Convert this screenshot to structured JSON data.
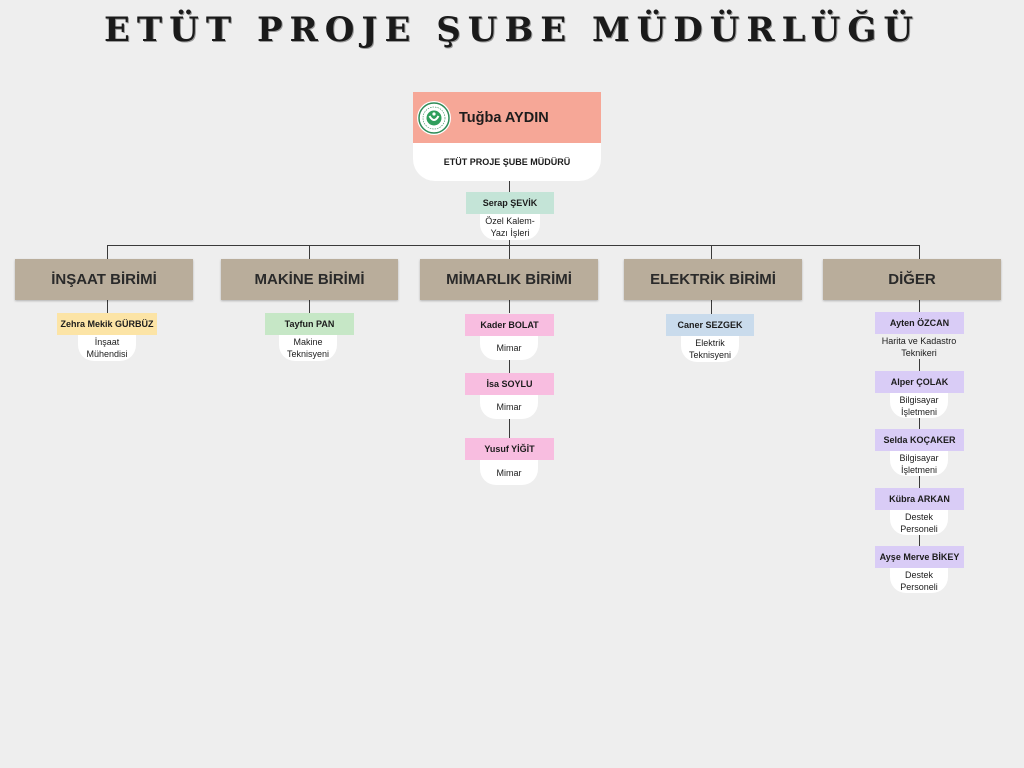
{
  "title": "ETÜT PROJE ŞUBE MÜDÜRLÜĞÜ",
  "head": {
    "name": "Tuğba AYDIN",
    "role": "ETÜT PROJE ŞUBE MÜDÜRÜ",
    "logo_icon": "university-seal-icon"
  },
  "assistant": {
    "name": "Serap ŞEVİK",
    "role": "Özel Kalem-\nYazı İşleri"
  },
  "units": [
    {
      "label": "İNŞAAT BİRİMİ",
      "staff": [
        {
          "name": "Zehra Mekik GÜRBÜZ",
          "role": "İnşaat\nMühendisi"
        }
      ]
    },
    {
      "label": "MAKİNE BİRİMİ",
      "staff": [
        {
          "name": "Tayfun PAN",
          "role": "Makine\nTeknisyeni"
        }
      ]
    },
    {
      "label": "MİMARLIK BİRİMİ",
      "staff": [
        {
          "name": "Kader BOLAT",
          "role": "Mimar"
        },
        {
          "name": "İsa SOYLU",
          "role": "Mimar"
        },
        {
          "name": "Yusuf YİĞİT",
          "role": "Mimar"
        }
      ]
    },
    {
      "label": "ELEKTRİK BİRİMİ",
      "staff": [
        {
          "name": "Caner SEZGEK",
          "role": "Elektrik\nTeknisyeni"
        }
      ]
    },
    {
      "label": "DİĞER",
      "staff": [
        {
          "name": "Ayten ÖZCAN",
          "role": "Harita ve Kadastro\nTeknikeri"
        },
        {
          "name": "Alper ÇOLAK",
          "role": "Bilgisayar\nİşletmeni"
        },
        {
          "name": "Selda KOÇAKER",
          "role": "Bilgisayar\nİşletmeni"
        },
        {
          "name": "Kübra ARKAN",
          "role": "Destek\nPersoneli"
        },
        {
          "name": "Ayşe Merve BİKEY",
          "role": "Destek\nPersoneli"
        }
      ]
    }
  ],
  "colors": {
    "background": "#eeeeee",
    "head": "#f6a797",
    "unit": "#b9ad9b",
    "assistant": "#c4e4d7",
    "insaat": "#fce4a6",
    "makine": "#c6e7c6",
    "mimarlik": "#f8bde0",
    "elektrik": "#c9dbec",
    "diger": "#d9ccf6"
  }
}
